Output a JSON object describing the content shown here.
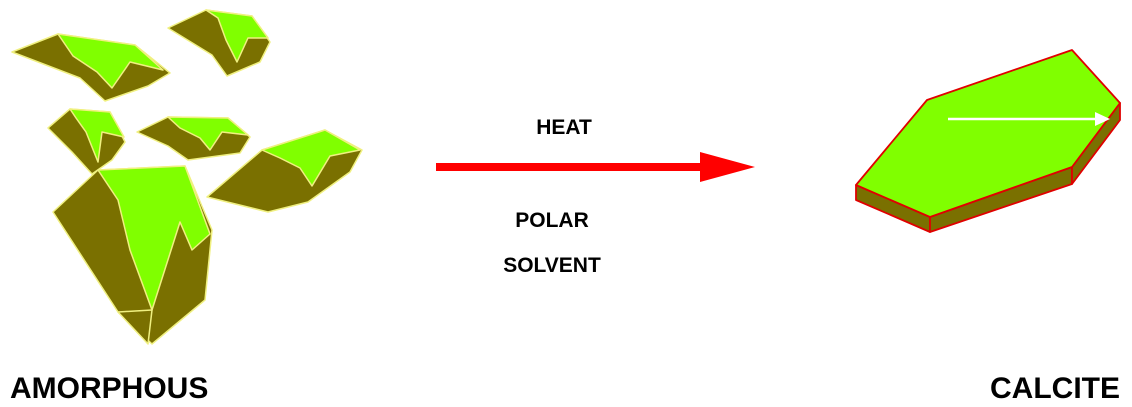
{
  "labels": {
    "heat": "HEAT",
    "polar": "POLAR",
    "solvent": "SOLVENT",
    "left_caption": "AMORPHOUS",
    "right_caption": "CALCITE"
  },
  "colors": {
    "crystal_top": "#80ff00",
    "crystal_side": "#7a7000",
    "amorphous_outline": "#f0f080",
    "calcite_outline": "#e00000",
    "reaction_arrow": "#ff0000",
    "orientation_arrow": "#ffffff"
  }
}
